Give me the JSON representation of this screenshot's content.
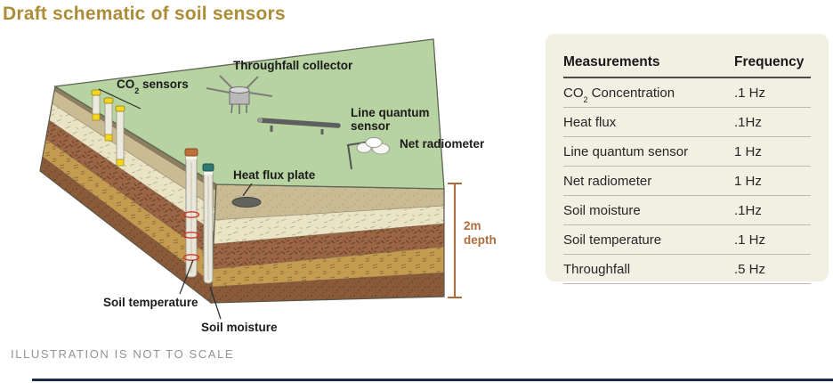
{
  "page": {
    "title": "Draft schematic of soil sensors",
    "footnote": "ILLUSTRATION IS NOT TO SCALE"
  },
  "colors": {
    "title_accent": "#ad8c38",
    "depth_accent": "#ab6c3e",
    "table_background": "#f2efe3",
    "bottom_bar": "#1c2b4a",
    "grass_surface": "#b7d3a2"
  },
  "diagram": {
    "labels": {
      "throughfall_collector": "Throughfall collector",
      "co2_pre": "CO",
      "co2_sub": "2",
      "co2_post": " sensors",
      "heat_flux_plate": "Heat flux plate",
      "line_quantum_sensor": "Line quantum sensor",
      "net_radiometer": "Net radiometer",
      "soil_temperature": "Soil temperature",
      "soil_moisture": "Soil moisture",
      "depth": "2m depth"
    }
  },
  "table": {
    "headers": [
      "Measurements",
      "Frequency"
    ],
    "rows": [
      {
        "label_pre": "CO",
        "label_sub": "2",
        "label_post": " Concentration",
        "freq": ".1 Hz"
      },
      {
        "label": "Heat flux",
        "freq": ".1Hz"
      },
      {
        "label": "Line quantum sensor",
        "freq": "1 Hz"
      },
      {
        "label": "Net radiometer",
        "freq": "1 Hz"
      },
      {
        "label": "Soil moisture",
        "freq": ".1Hz"
      },
      {
        "label": "Soil temperature",
        "freq": ".1 Hz"
      },
      {
        "label": "Throughfall",
        "freq": ".5 Hz"
      }
    ]
  }
}
